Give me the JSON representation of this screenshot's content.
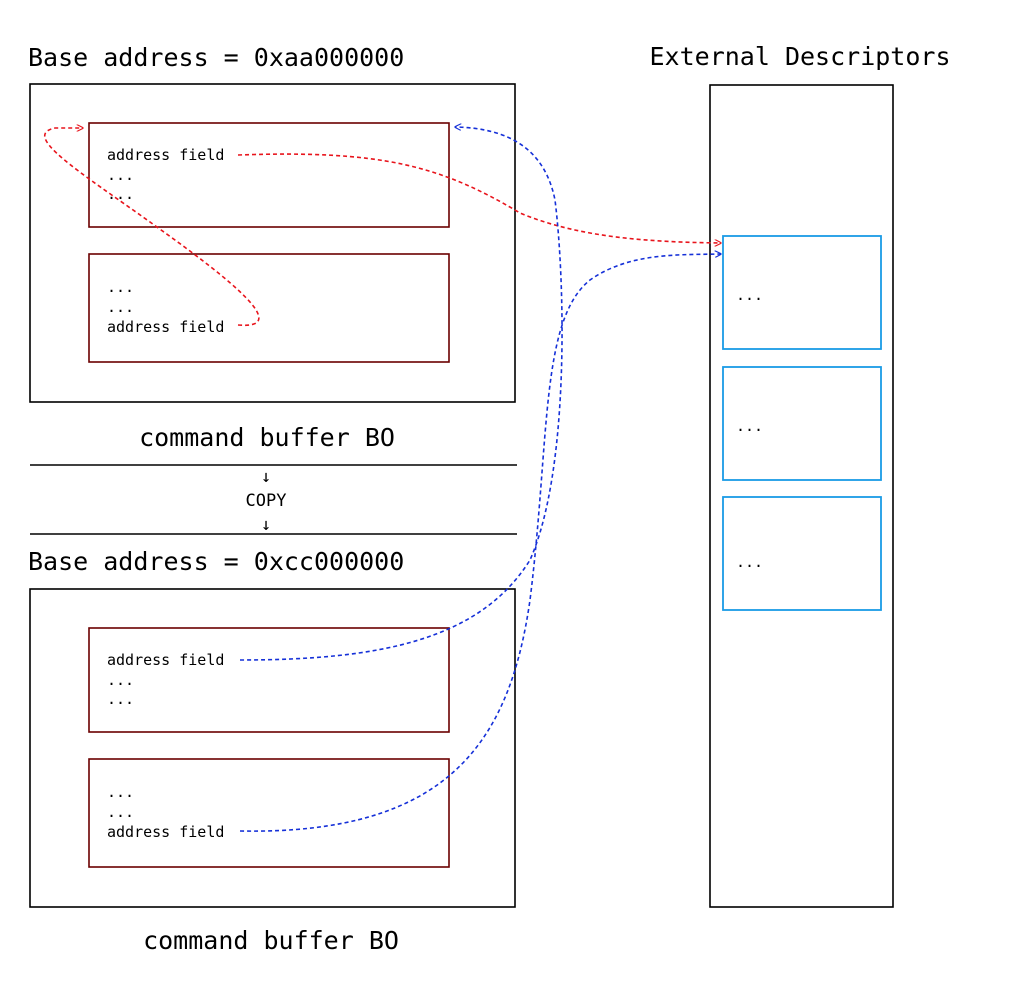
{
  "top_buffer": {
    "base_label": "Base address = 0xaa000000",
    "caption": "command buffer BO",
    "entry1": {
      "lines": [
        "address field",
        "...",
        "..."
      ]
    },
    "entry2": {
      "lines": [
        "...",
        "...",
        "address field"
      ]
    }
  },
  "copy": {
    "arrow_top": "↓",
    "label": "COPY",
    "arrow_bottom": "↓"
  },
  "bottom_buffer": {
    "base_label": "Base address = 0xcc000000",
    "caption": "command buffer BO",
    "entry1": {
      "lines": [
        "address field",
        "...",
        "..."
      ]
    },
    "entry2": {
      "lines": [
        "...",
        "...",
        "address field"
      ]
    }
  },
  "descriptors": {
    "title": "External Descriptors",
    "items": [
      {
        "label": "..."
      },
      {
        "label": "..."
      },
      {
        "label": "..."
      }
    ]
  },
  "colors": {
    "link_red": "#e8141c",
    "link_blue": "#1530d8",
    "command_border": "#6b0000",
    "descriptor_border": "#1a9be6"
  }
}
